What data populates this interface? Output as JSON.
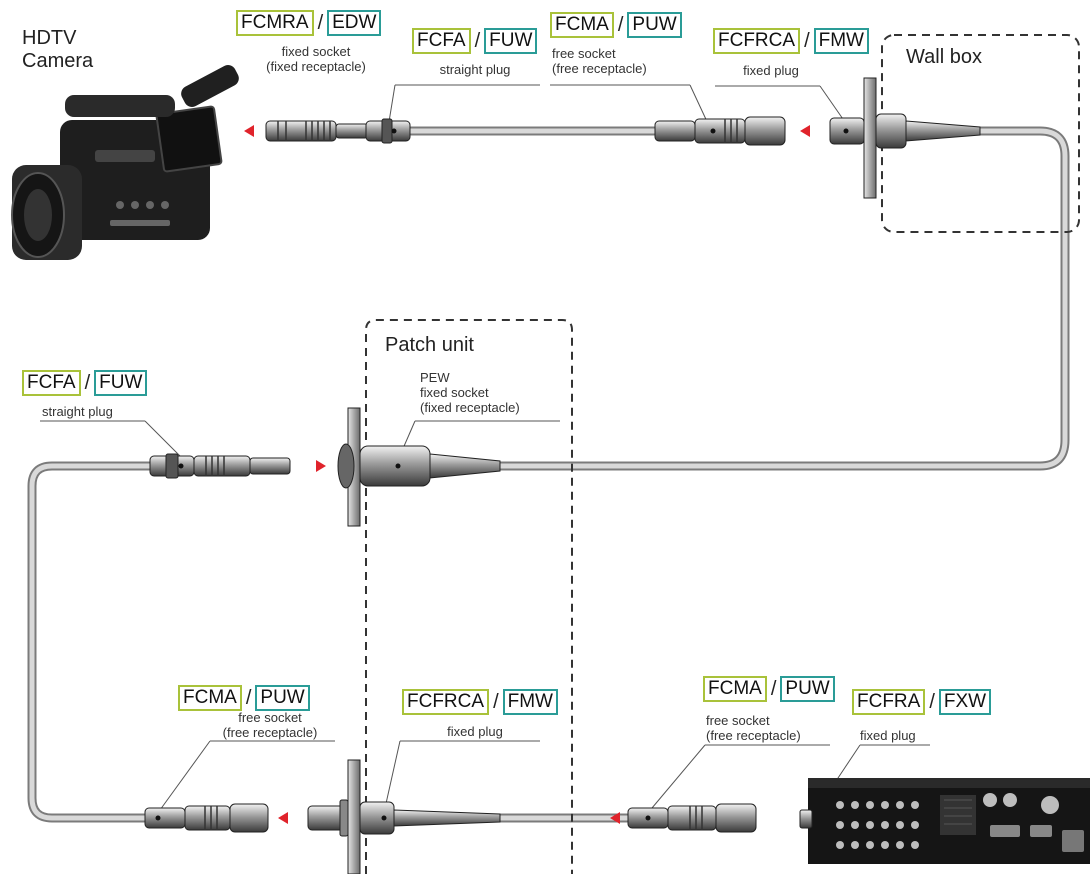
{
  "camera_label": {
    "line1": "HDTV",
    "line2": "Camera"
  },
  "wall_box_label": "Wall box",
  "patch_unit_label": "Patch unit",
  "top": {
    "c1": {
      "code_a": "FCMRA",
      "code_b": "EDW",
      "desc1": "fixed socket",
      "desc2": "(fixed receptacle)"
    },
    "c2": {
      "code_a": "FCFA",
      "code_b": "FUW",
      "desc1": "straight plug"
    },
    "c3": {
      "code_a": "FCMA",
      "code_b": "PUW",
      "desc1": "free socket",
      "desc2": "(free receptacle)"
    },
    "c4": {
      "code_a": "FCFRCA",
      "code_b": "FMW",
      "desc1": "fixed plug"
    }
  },
  "middle": {
    "c5": {
      "code_a": "FCFA",
      "code_b": "FUW",
      "desc1": "straight plug"
    },
    "pew": {
      "line1": "PEW",
      "line2": "fixed socket",
      "line3": "(fixed receptacle)"
    }
  },
  "bottom": {
    "c6": {
      "code_a": "FCMA",
      "code_b": "PUW",
      "desc1": "free socket",
      "desc2": "(free receptacle)"
    },
    "c7": {
      "code_a": "FCFRCA",
      "code_b": "FMW",
      "desc1": "fixed plug"
    },
    "c8": {
      "code_a": "FCMA",
      "code_b": "PUW",
      "desc1": "free socket",
      "desc2": "(free receptacle)"
    },
    "c9": {
      "code_a": "FCFRA",
      "code_b": "FXW",
      "desc1": "fixed plug"
    }
  },
  "colors": {
    "code_a_border": "#a9c23a",
    "code_b_border": "#2a9c97",
    "arrow": "#e0232b",
    "cable": "#b8babb"
  }
}
